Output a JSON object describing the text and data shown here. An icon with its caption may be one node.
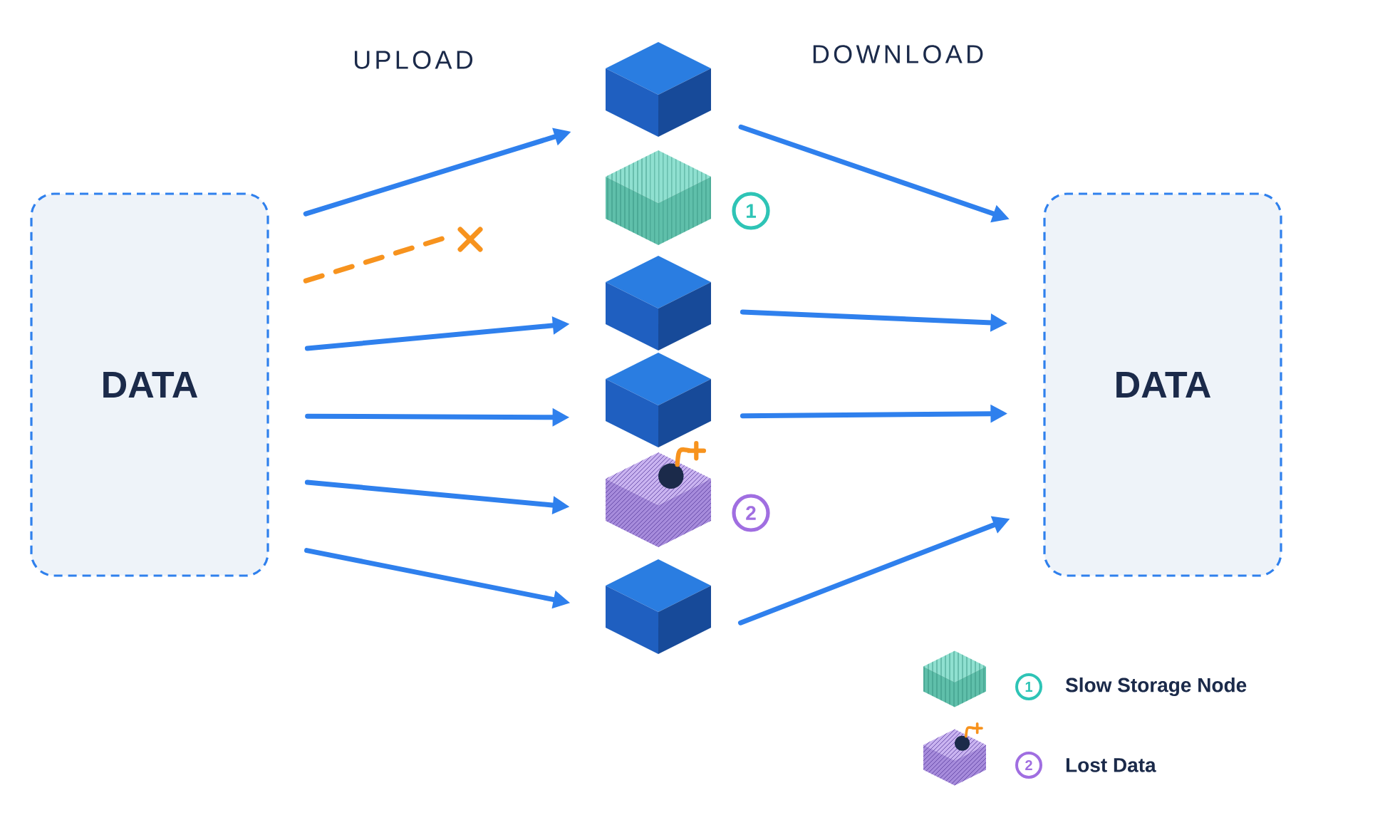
{
  "diagram": {
    "nodes": [
      {
        "text": [
          "DATA"
        ]
      },
      {
        "text": [],
        "shape": "cube"
      },
      {
        "text": [],
        "shape": "cube",
        "beside": [
          "1"
        ]
      },
      {
        "text": [],
        "shape": "cube"
      },
      {
        "text": [],
        "shape": "cube"
      },
      {
        "text": [],
        "shape": "cube",
        "beside": [
          "2"
        ]
      },
      {
        "text": [],
        "shape": "cube"
      },
      {
        "text": [
          "DATA"
        ]
      },
      {
        "text": [],
        "shape": "cross"
      }
    ],
    "edges": [
      {
        "from": 0,
        "to": 1,
        "arrow": "to"
      },
      {
        "from": 0,
        "to": 8,
        "arrow": "none",
        "style": "dashed",
        "color": "#f7931e"
      },
      {
        "from": 0,
        "to": 3,
        "arrow": "to"
      },
      {
        "from": 0,
        "to": 4,
        "arrow": "to"
      },
      {
        "from": 0,
        "to": 5,
        "arrow": "to"
      },
      {
        "from": 0,
        "to": 6,
        "arrow": "to"
      },
      {
        "from": 1,
        "to": 7,
        "arrow": "to"
      },
      {
        "from": 3,
        "to": 7,
        "arrow": "to"
      },
      {
        "from": 4,
        "to": 7,
        "arrow": "to"
      },
      {
        "from": 6,
        "to": 7,
        "arrow": "to"
      }
    ],
    "labels": [
      "UPLOAD",
      "DOWNLOAD",
      "1",
      "2"
    ],
    "legend": [
      {
        "text": "Slow Storage Node"
      },
      {
        "text": "Lost Data"
      }
    ]
  }
}
